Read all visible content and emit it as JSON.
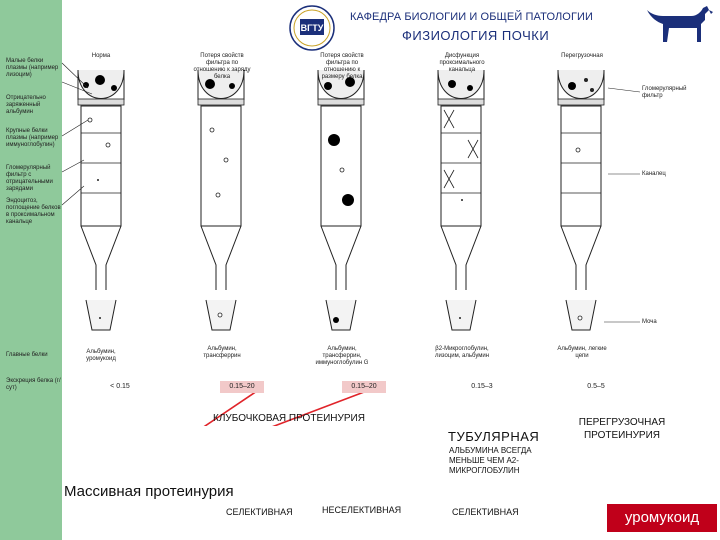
{
  "header": {
    "department": "КАФЕДРА БИОЛОГИИ И ОБЩЕЙ ПАТОЛОГИИ",
    "title": "ФИЗИОЛОГИЯ ПОЧКИ",
    "logo_text": "ВГТУ"
  },
  "left_labels": {
    "small_proteins": "Малые белки плазмы (например лизоцим)",
    "neg_charged": "Отрицательно заряженный альбумин",
    "large_proteins": "Крупные белки плазмы (например иммуноглобулин)",
    "glom_filter": "Гломерулярный фильтр с отрицательными зарядами",
    "endocytosis": "Эндоцитоз, поглощение белков в проксимальном канальце",
    "main_proteins": "Главные белки",
    "excretion": "Экскреция белка (г/сут)"
  },
  "right_labels": {
    "glom_filter": "Гломерулярный фильтр",
    "tubule": "Каналец",
    "urine": "Моча"
  },
  "columns": [
    {
      "header": "Норма",
      "proteins": "Альбумин, уромукоид",
      "excretion": "< 0.15",
      "highlight": false
    },
    {
      "header": "Потеря свойств фильтра по отношению к заряду белка",
      "proteins": "Альбумин, трансферрин",
      "excretion": "0.15–20",
      "highlight": true
    },
    {
      "header": "Потеря свойств фильтра по отношению к размеру белка",
      "proteins": "Альбумин, трансферрин, иммуноглобулин G",
      "excretion": "0.15–20",
      "highlight": true
    },
    {
      "header": "Дисфункция проксимального канальца",
      "proteins": "β2-Микроглобулин, лизоцим, альбумин",
      "excretion": "0.15–3",
      "highlight": false
    },
    {
      "header": "Перегрузочная",
      "proteins": "Альбумин, легкие цепи",
      "excretion": "0.5–5",
      "highlight": false
    }
  ],
  "annotations": {
    "glomerular": "КЛУБОЧКОВАЯ ПРОТЕИНУРИЯ",
    "tubular": "ТУБУЛЯРНАЯ",
    "overload": "ПЕРЕГРУЗОЧНАЯ ПРОТЕИНУРИЯ",
    "tubular_note": "АЛЬБУМИНА ВСЕГДА МЕНЬШЕ ЧЕМ А2-МИКРОГЛОБУЛИН",
    "selective1": "СЕЛЕКТИВНАЯ",
    "nonselective": "НЕСЕЛЕКТИВНАЯ",
    "selective2": "СЕЛЕКТИВНАЯ",
    "massive": "Массивная протеинурия",
    "uromucoid": "уромукоид"
  },
  "colors": {
    "green": "#8fc99b",
    "title_blue": "#1b2f7a",
    "arrow_red": "#e0242a",
    "pink": "#f2c9c9",
    "uromucoid_bg": "#c0001a"
  }
}
